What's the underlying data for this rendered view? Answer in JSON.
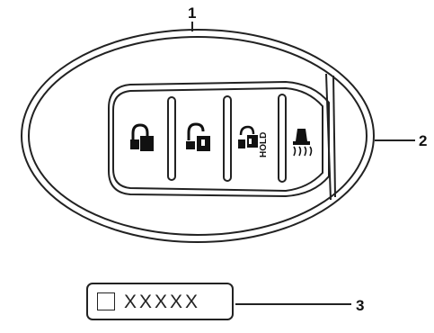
{
  "callouts": {
    "fob": "1",
    "buttons": "2",
    "key_tag": "3"
  },
  "key_tag": {
    "code": "XXXXX"
  },
  "buttons": [
    {
      "icon": "lock-icon"
    },
    {
      "icon": "unlock-icon"
    },
    {
      "icon": "trunk-release-icon",
      "label": "HOLD"
    },
    {
      "icon": "panic-alarm-icon"
    }
  ]
}
